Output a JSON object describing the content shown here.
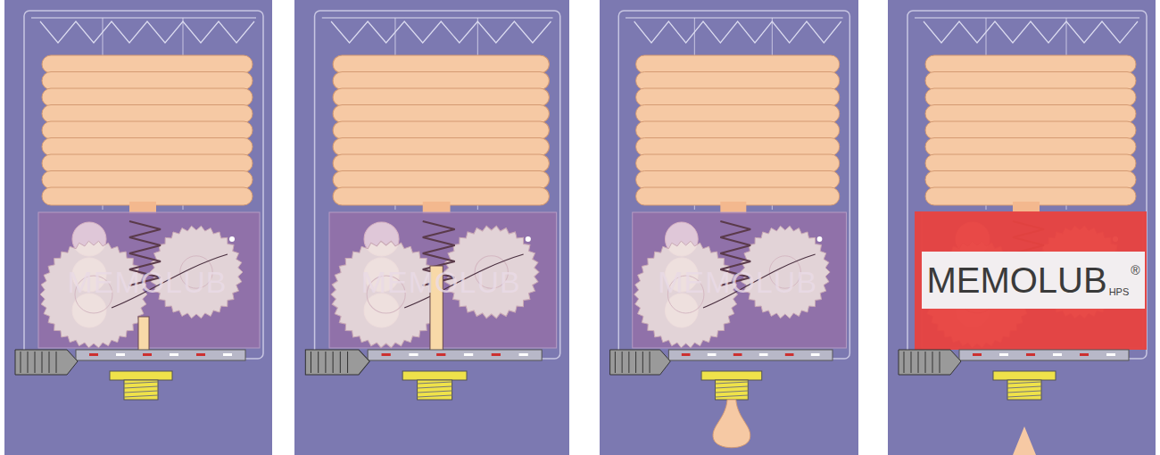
{
  "diagram": {
    "labels": [
      "MEMOLUB",
      "MEMOLUB",
      "MEMOLUB",
      "MEMOLUB",
      "HPS",
      "®"
    ]
  }
}
